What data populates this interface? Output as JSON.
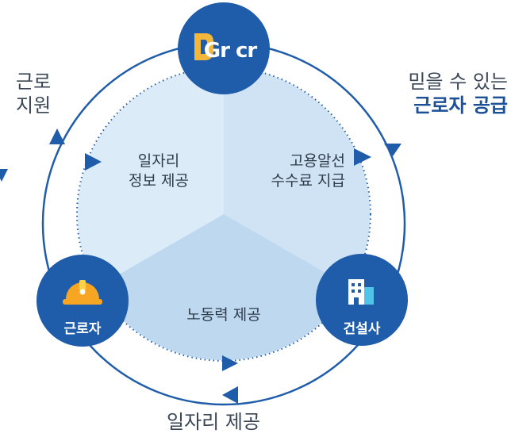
{
  "outer_labels": {
    "worker_support": [
      "근로",
      "지원"
    ],
    "reliable_supply": [
      "믿을 수 있는",
      "근로자 공급"
    ],
    "job_offer": "일자리 제공"
  },
  "segments": {
    "job_info": [
      "일자리",
      "정보 제공"
    ],
    "placement_fee": [
      "고용알선",
      "수수료 지급"
    ],
    "labor_supply": "노동력 제공"
  },
  "nodes": {
    "platform_logo": "Gr cr",
    "worker": "근로자",
    "construction": "건설사"
  },
  "colors": {
    "node_blue": "#1f5ca9",
    "ring_blue": "#1f5ca9",
    "segment_top_left": "#dcebf8",
    "segment_top_right": "#cfe3f5",
    "segment_bottom": "#bed8f0",
    "logo_yellow": "#f3b83b",
    "helmet_orange": "#f6a623"
  }
}
